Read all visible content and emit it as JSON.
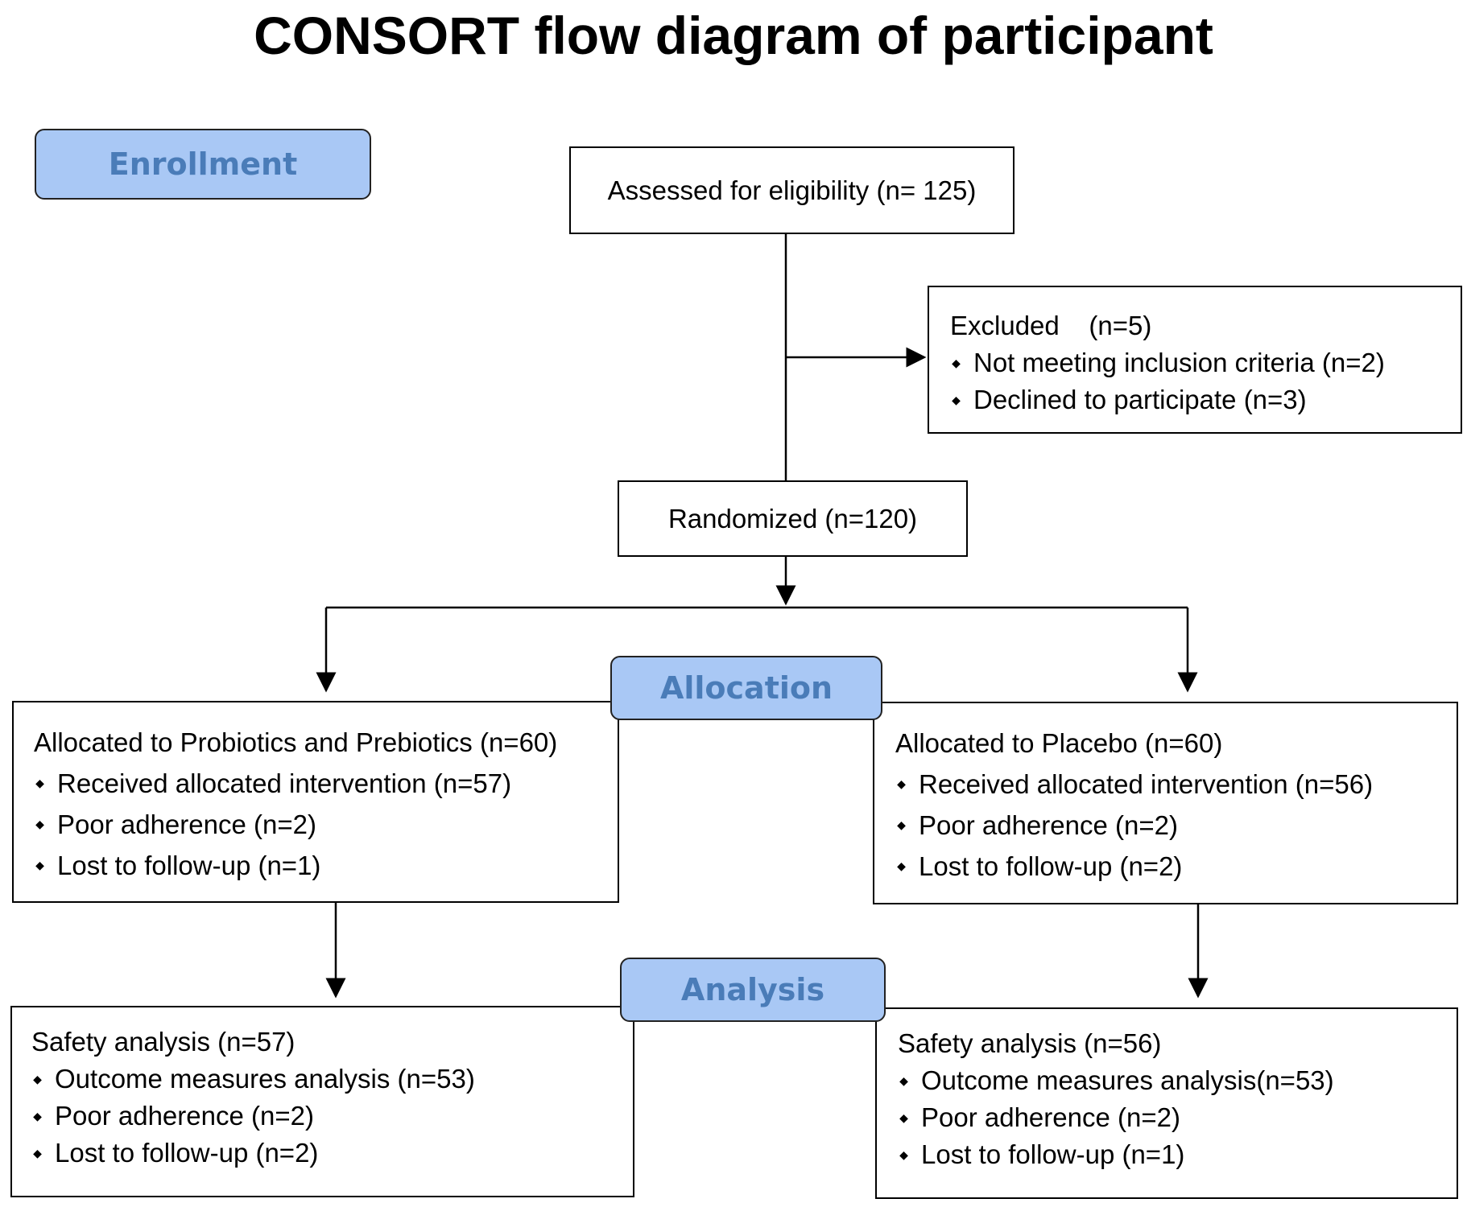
{
  "title": "CONSORT flow diagram of participant",
  "stages": {
    "enrollment": "Enrollment",
    "allocation": "Allocation",
    "analysis": "Analysis"
  },
  "assessed": "Assessed for eligibility (n= 125)",
  "excluded": {
    "heading": "Excluded    (n=5)",
    "items": [
      "Not meeting inclusion criteria (n=2)",
      "Declined to participate (n=3)"
    ]
  },
  "randomized": "Randomized (n=120)",
  "allocated_left": {
    "heading": "Allocated to Probiotics and Prebiotics (n=60)",
    "items": [
      "Received allocated intervention (n=57)",
      "Poor adherence (n=2)",
      "Lost to follow-up (n=1)"
    ]
  },
  "allocated_right": {
    "heading": "Allocated to Placebo (n=60)",
    "items": [
      "Received allocated intervention (n=56)",
      "Poor adherence (n=2)",
      "Lost to follow-up (n=2)"
    ]
  },
  "analysis_left": {
    "heading": "Safety analysis (n=57)",
    "items": [
      "Outcome measures analysis (n=53)",
      "Poor adherence (n=2)",
      "Lost to follow-up (n=2)"
    ]
  },
  "analysis_right": {
    "heading": "Safety analysis (n=56)",
    "items": [
      "Outcome measures analysis(n=53)",
      "Poor adherence (n=2)",
      "Lost to follow-up (n=1)"
    ]
  },
  "bullet_glyph": "◆",
  "colors": {
    "stage_fill": "#a9c8f5",
    "stage_text": "#4a7cb8",
    "line": "#000000"
  }
}
